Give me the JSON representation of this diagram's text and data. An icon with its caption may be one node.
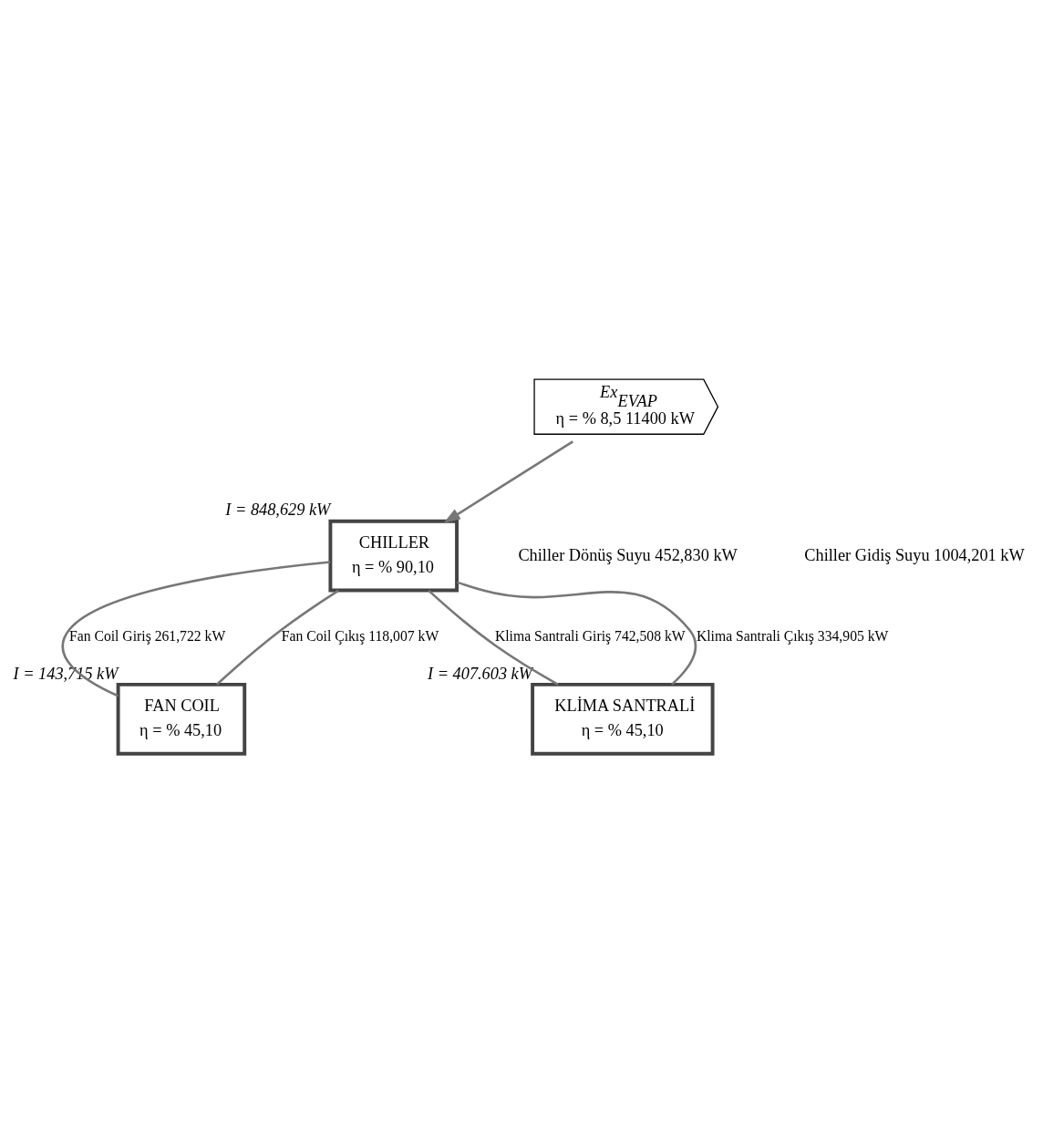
{
  "diagram": {
    "nodes": [
      {
        "text": [
          "Ex$_{EVAP}$",
          "η = % 8,5 11400 kW"
        ]
      },
      {
        "text": [
          "CHILLER",
          "η = % 90,10"
        ],
        "beside": [
          "I = 848,629 kW"
        ]
      },
      {
        "text": [
          "FAN COIL",
          "η = % 45,10"
        ],
        "beside": [
          "I = 143,715 kW"
        ]
      },
      {
        "text": [
          "KLİMA SANTRALİ",
          "η = % 45,10"
        ],
        "beside": [
          "I = 407.603 kW"
        ]
      }
    ],
    "edges": [
      {
        "from": 0,
        "to": 1,
        "arrow": "to"
      },
      {
        "from": 1,
        "to": 2,
        "arrow": "none",
        "label": "Fan Coil Giriş 261,722 kW"
      },
      {
        "from": 1,
        "to": 3,
        "arrow": "none",
        "label": "Klima Santrali Giriş 742,508 kW"
      },
      {
        "from": 2,
        "to": 1,
        "arrow": "none",
        "label": "Fan Coil Çıkış 118,007 kW"
      },
      {
        "from": 3,
        "to": 1,
        "arrow": "none",
        "label": "Klima Santrali Çıkış 334,905 kW"
      }
    ],
    "labels": [
      "Chiller Dönüş Suyu 452,830 kW",
      "Chiller Gidiş Suyu 1004,201 kW"
    ]
  }
}
